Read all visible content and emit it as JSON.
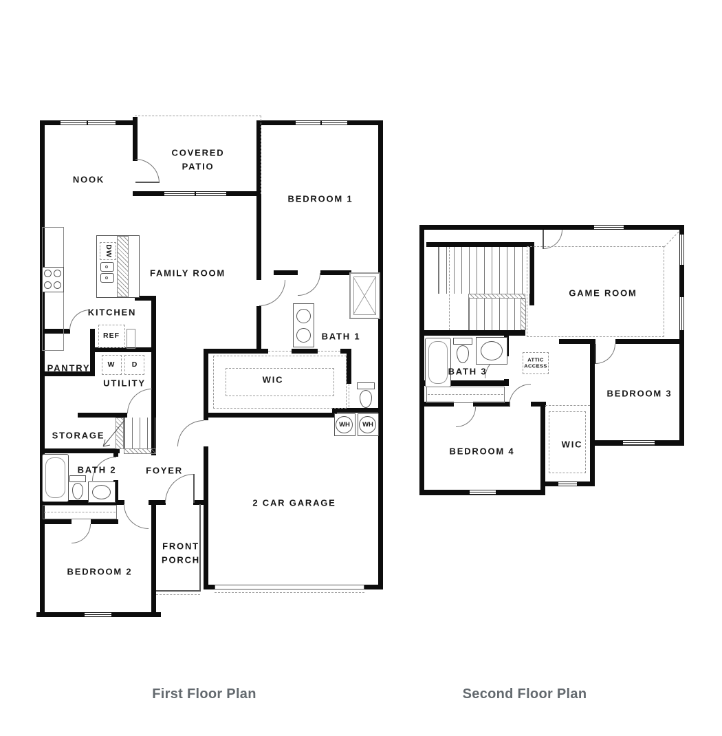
{
  "colors": {
    "wall": "#0d0d0d",
    "thin_line": "#555555",
    "dashed_line": "#999999",
    "caption_text": "#63696e",
    "label_text": "#161616",
    "background": "#ffffff"
  },
  "captions": {
    "first_floor": "First Floor Plan",
    "second_floor": "Second Floor Plan"
  },
  "first_floor": {
    "labels": {
      "nook": "NOOK",
      "covered_patio": "COVERED\nPATIO",
      "bedroom1": "BEDROOM 1",
      "family_room": "FAMILY ROOM",
      "kitchen": "KITCHEN",
      "dw": "DW",
      "ref": "REF",
      "washer": "W",
      "dryer": "D",
      "pantry": "PANTRY",
      "utility": "UTILITY",
      "storage": "STORAGE",
      "bath2": "BATH 2",
      "foyer": "FOYER",
      "bath1": "BATH 1",
      "wic": "WIC",
      "water_heater_left": "WH",
      "water_heater_right": "WH",
      "garage": "2 CAR GARAGE",
      "front_porch": "FRONT\nPORCH",
      "bedroom2": "BEDROOM 2"
    }
  },
  "second_floor": {
    "labels": {
      "game_room": "GAME ROOM",
      "bath3": "BATH 3",
      "attic_access": "ATTIC\nACCESS",
      "bedroom3": "BEDROOM 3",
      "bedroom4": "BEDROOM 4",
      "wic": "WIC"
    }
  }
}
